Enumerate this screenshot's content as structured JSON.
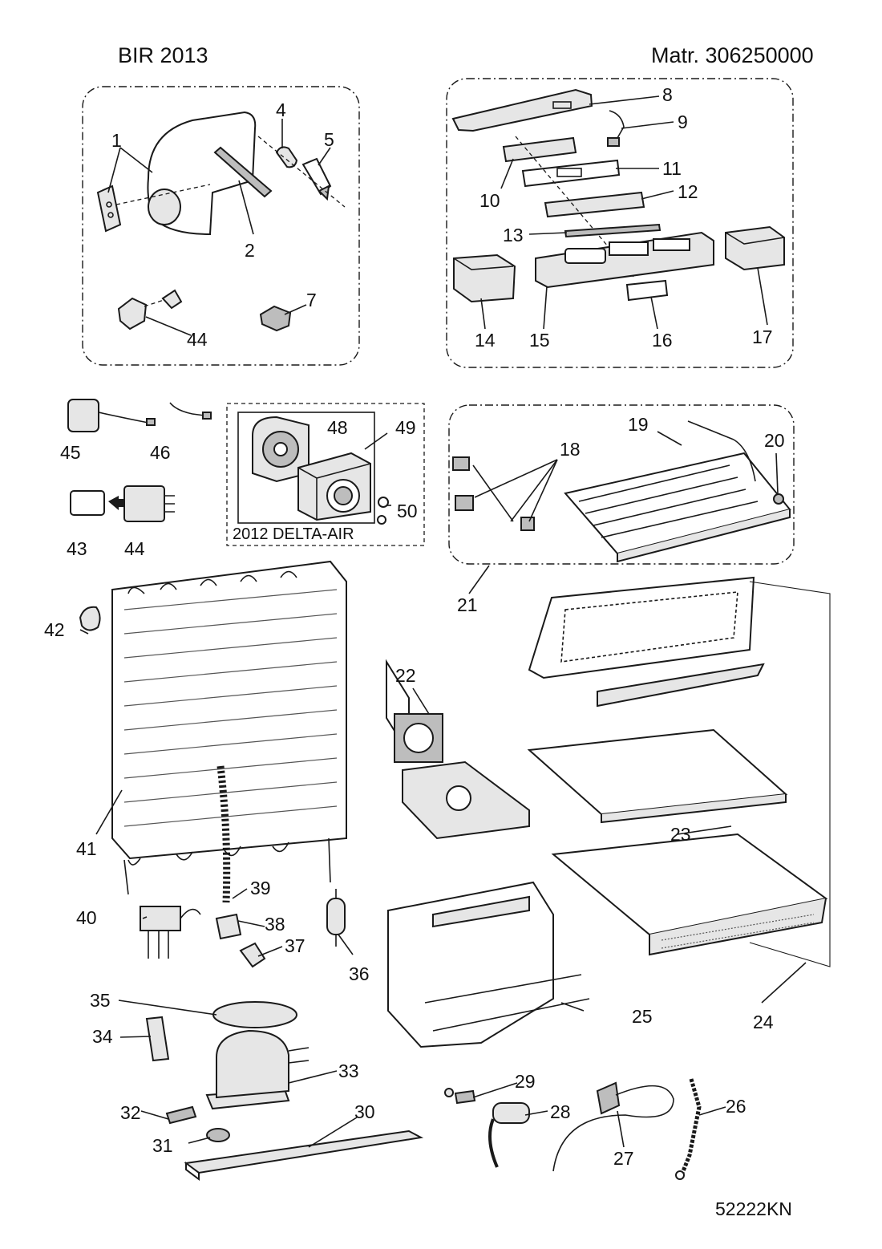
{
  "header": {
    "model": "BIR 2013",
    "material": "Matr. 306250000"
  },
  "footer": {
    "drawing_code": "52222KN"
  },
  "groups": {
    "fan_caption": "2012 DELTA-AIR"
  },
  "parts": {
    "p1": "1",
    "p2": "2",
    "p4": "4",
    "p5": "5",
    "p7": "7",
    "p8": "8",
    "p9": "9",
    "p10": "10",
    "p11": "11",
    "p12": "12",
    "p13": "13",
    "p14": "14",
    "p15": "15",
    "p16": "16",
    "p17": "17",
    "p18": "18",
    "p19": "19",
    "p20": "20",
    "p21": "21",
    "p22": "22",
    "p23": "23",
    "p24": "24",
    "p25": "25",
    "p26": "26",
    "p27": "27",
    "p28": "28",
    "p29": "29",
    "p30": "30",
    "p31": "31",
    "p32": "32",
    "p33": "33",
    "p34": "34",
    "p35": "35",
    "p36": "36",
    "p37": "37",
    "p38": "38",
    "p39": "39",
    "p40": "40",
    "p41": "41",
    "p42": "42",
    "p43": "43",
    "p44a": "44",
    "p44b": "44",
    "p45": "45",
    "p46": "46",
    "p48": "48",
    "p49": "49",
    "p50": "50"
  }
}
